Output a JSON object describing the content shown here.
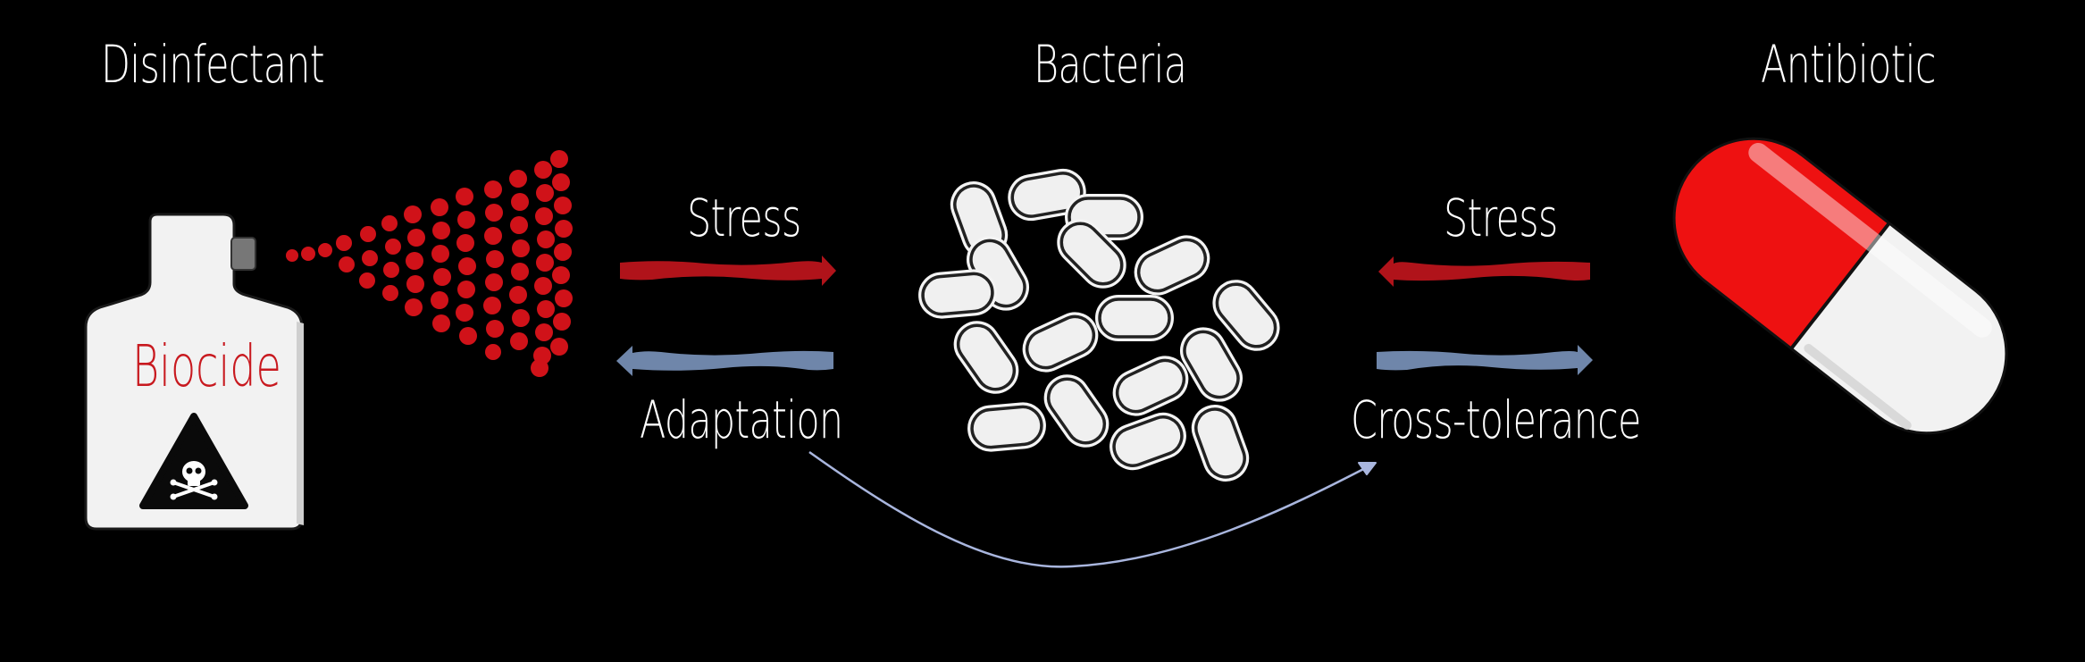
{
  "titles": {
    "left": "Disinfectant",
    "center": "Bacteria",
    "right": "Antibiotic"
  },
  "bottle": {
    "label": "Biocide",
    "hazard_icon": "skull-crossbones-icon"
  },
  "arrows": {
    "left_top": "Stress",
    "left_bottom": "Adaptation",
    "right_top": "Stress",
    "right_bottom": "Cross-tolerance"
  },
  "colors": {
    "background": "#000000",
    "stress_arrow": "#b0131a",
    "adaptation_arrow": "#6f86aa",
    "spray_dots": "#d01219",
    "capsule_red": "#ee1111",
    "capsule_white": "#f2f2f2",
    "connector": "#a9b6de"
  }
}
